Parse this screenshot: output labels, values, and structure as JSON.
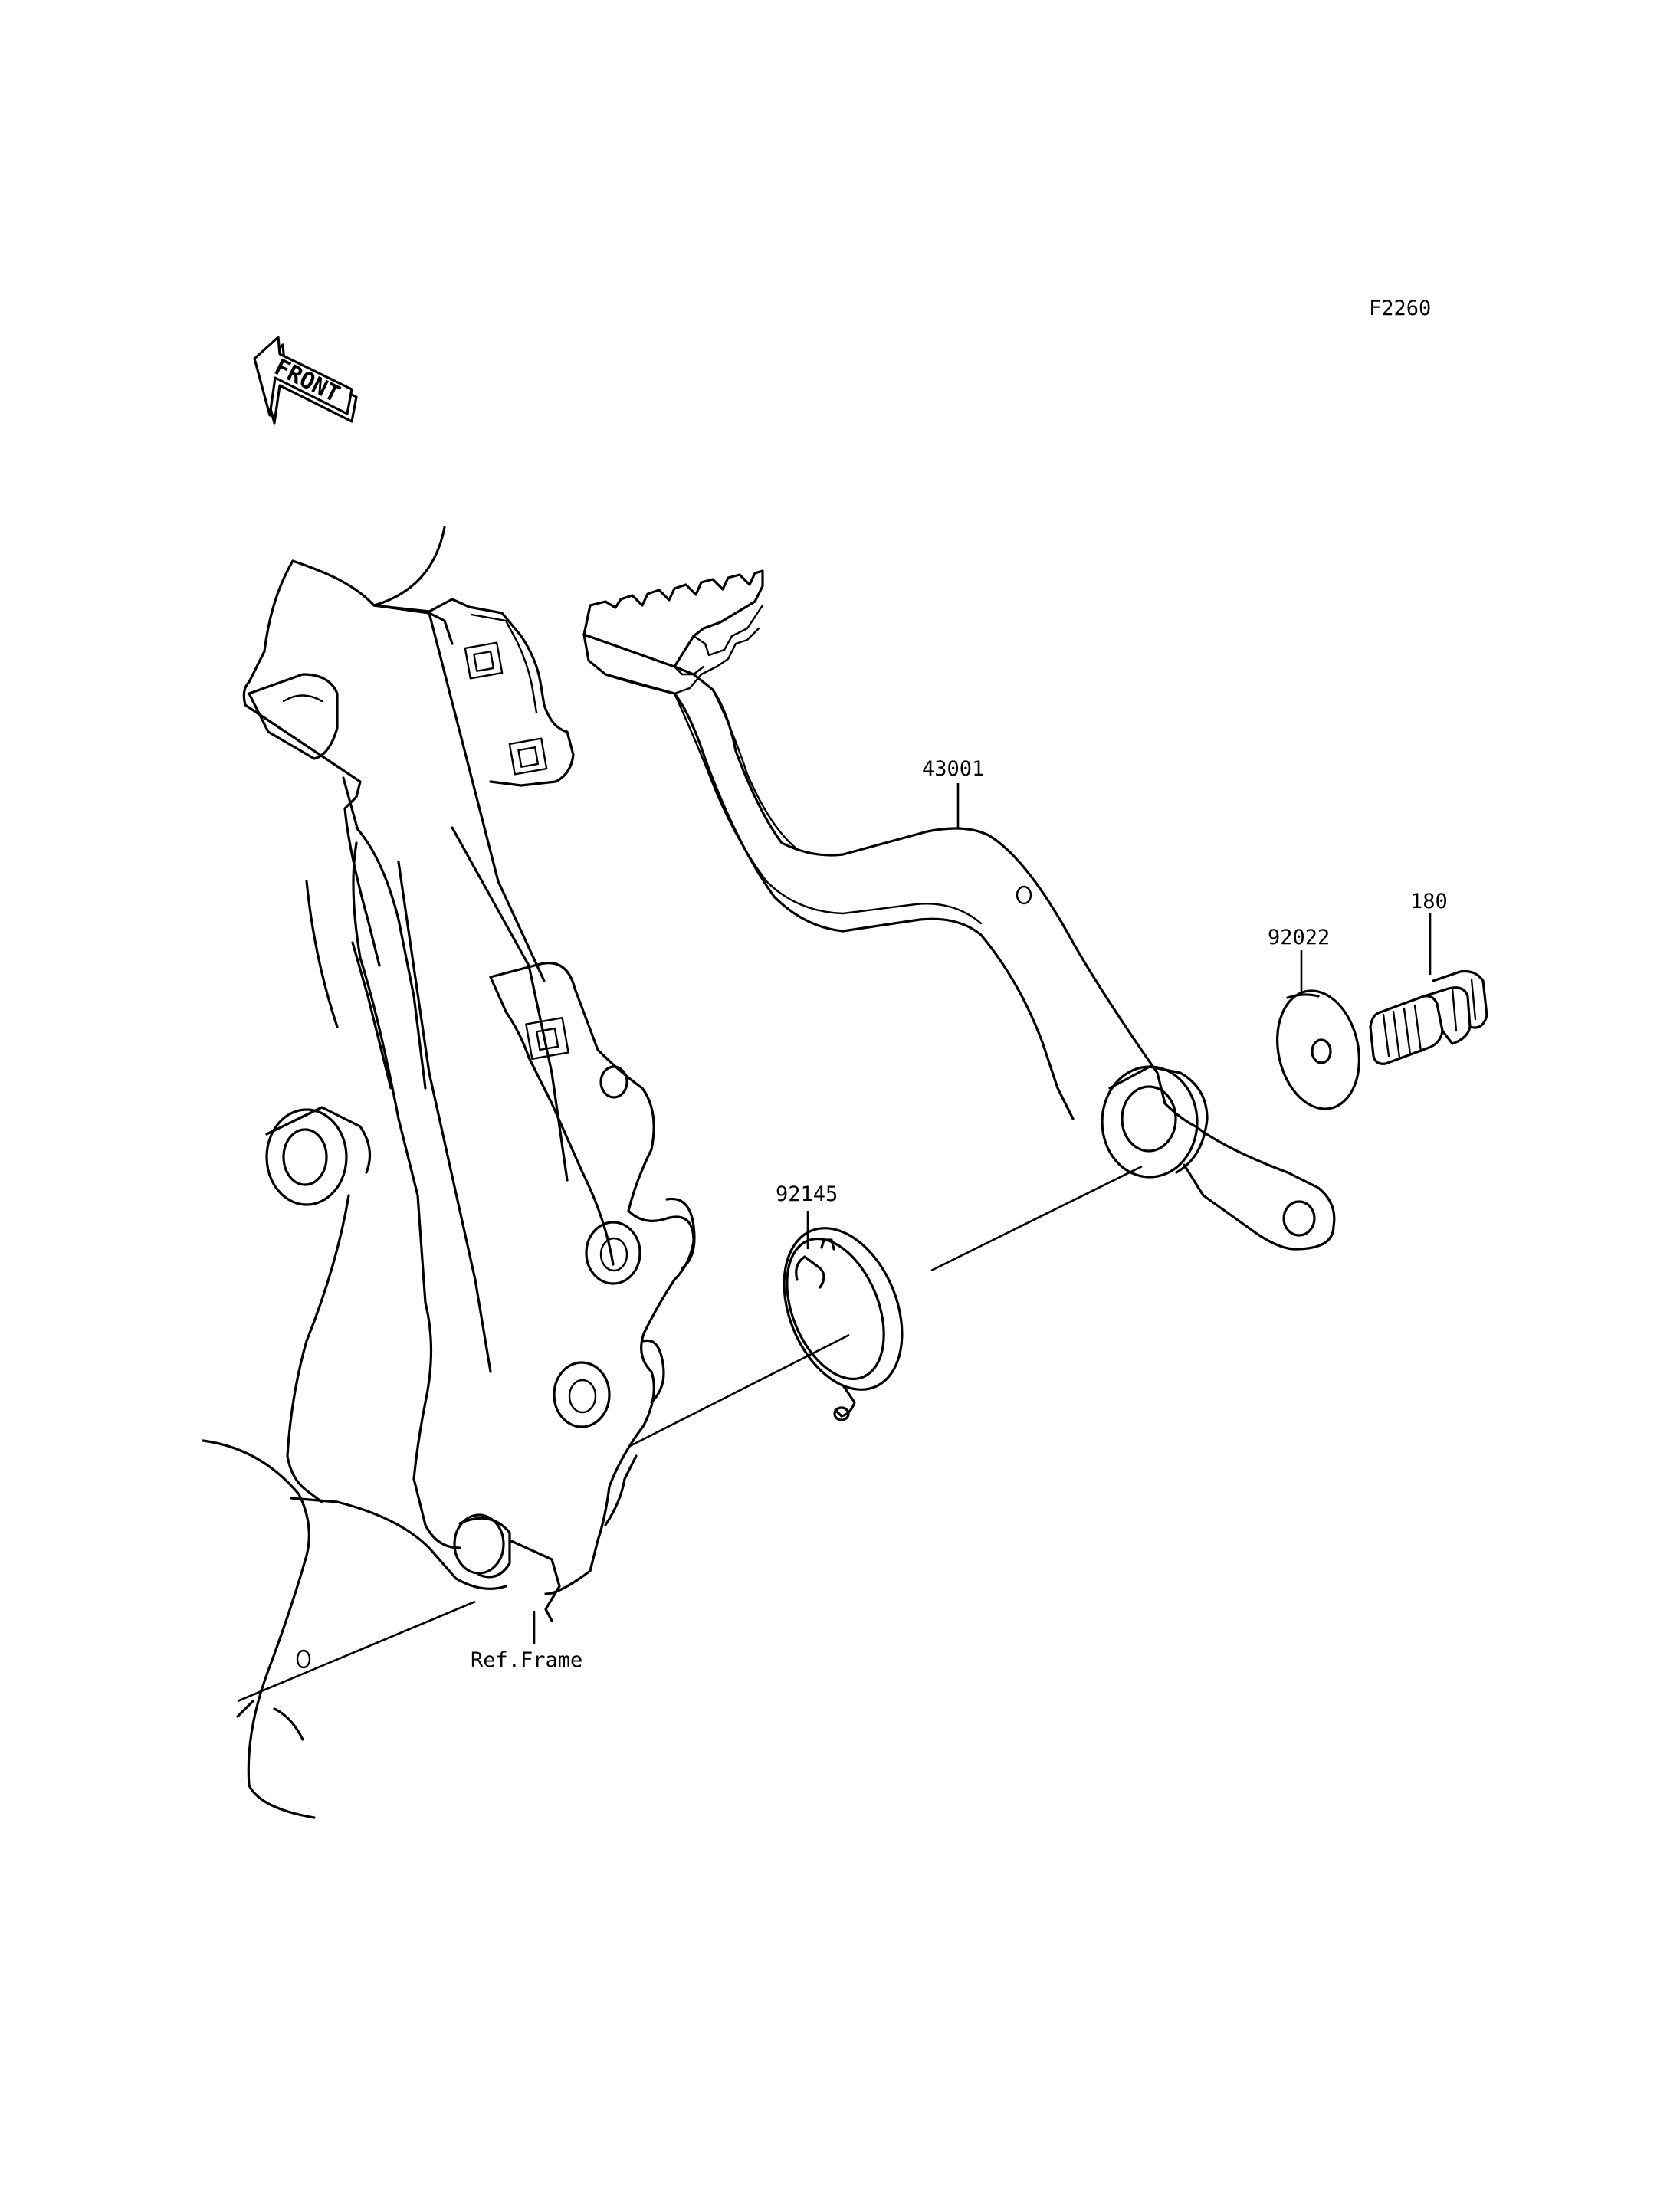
{
  "diagram": {
    "figure_code": "F2260",
    "front_arrow_text": "FRONT",
    "parts": [
      {
        "number": "43001"
      },
      {
        "number": "92022"
      },
      {
        "number": "180"
      },
      {
        "number": "92145"
      }
    ],
    "reference_label": "Ref.Frame"
  }
}
